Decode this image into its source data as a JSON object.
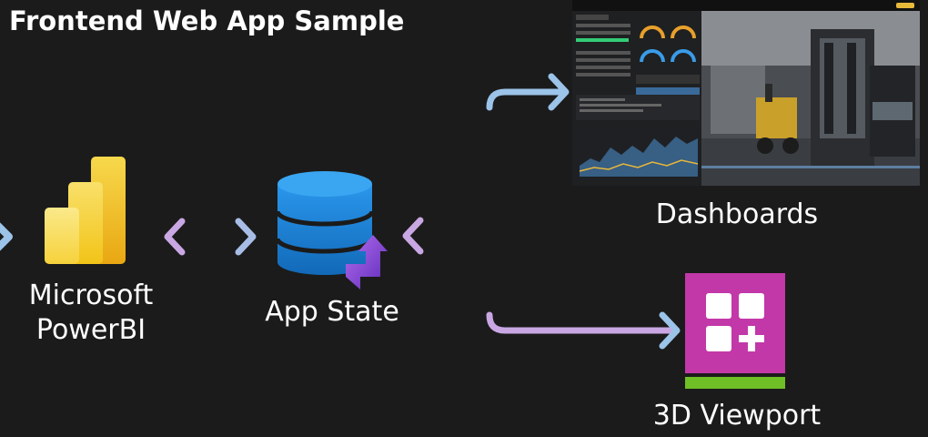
{
  "title": "Frontend Web App Sample",
  "nodes": {
    "powerbi": {
      "line1": "Microsoft",
      "line2": "PowerBI"
    },
    "app_state": {
      "label": "App State"
    },
    "dashboards": {
      "label": "Dashboards"
    },
    "viewport": {
      "label": "3D Viewport"
    }
  },
  "colors": {
    "background": "#1b1b1b",
    "arrow_blue": "#9cc3e8",
    "arrow_purple": "#c9a7e3",
    "powerbi_yellow": "#f2c811",
    "database_blue": "#1a86d9",
    "viewport_magenta": "#c238a8",
    "viewport_green": "#6fbf26"
  },
  "icons": {
    "powerbi": "powerbi-logo-icon",
    "app_state": "database-sync-icon",
    "viewport": "add-viewport-icon"
  }
}
